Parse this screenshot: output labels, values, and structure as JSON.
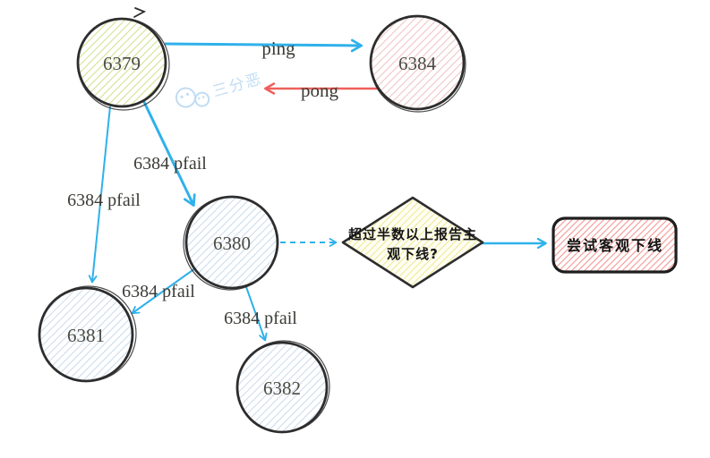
{
  "nodes": {
    "n6379": "6379",
    "n6384": "6384",
    "n6380": "6380",
    "n6381": "6381",
    "n6382": "6382"
  },
  "edges": {
    "ping": "ping",
    "pong": "pong",
    "pfail_6379_6381": "6384 pfail",
    "pfail_6379_6380": "6384 pfail",
    "pfail_6380_6381": "6384 pfail",
    "pfail_6380_6382": "6384 pfail"
  },
  "decision": {
    "line1": "超过半数以上报告主",
    "line2": "观下线?"
  },
  "action": {
    "label": "尝试客观下线"
  },
  "watermark": {
    "text": "三分恶"
  },
  "colors": {
    "arrow_blue": "#2fb1ea",
    "arrow_red": "#ef605c",
    "node_green_hatch": "#ccdf85",
    "node_pink_hatch": "#f0bfbc",
    "node_blue_hatch": "#c5d9eb",
    "diamond_yellow_hatch": "#efe78d",
    "action_red_hatch": "#f39895",
    "outline_dark": "#2d2d2d",
    "label_text": "#3a3a36",
    "watermark_blue": "#b2d4f1"
  }
}
